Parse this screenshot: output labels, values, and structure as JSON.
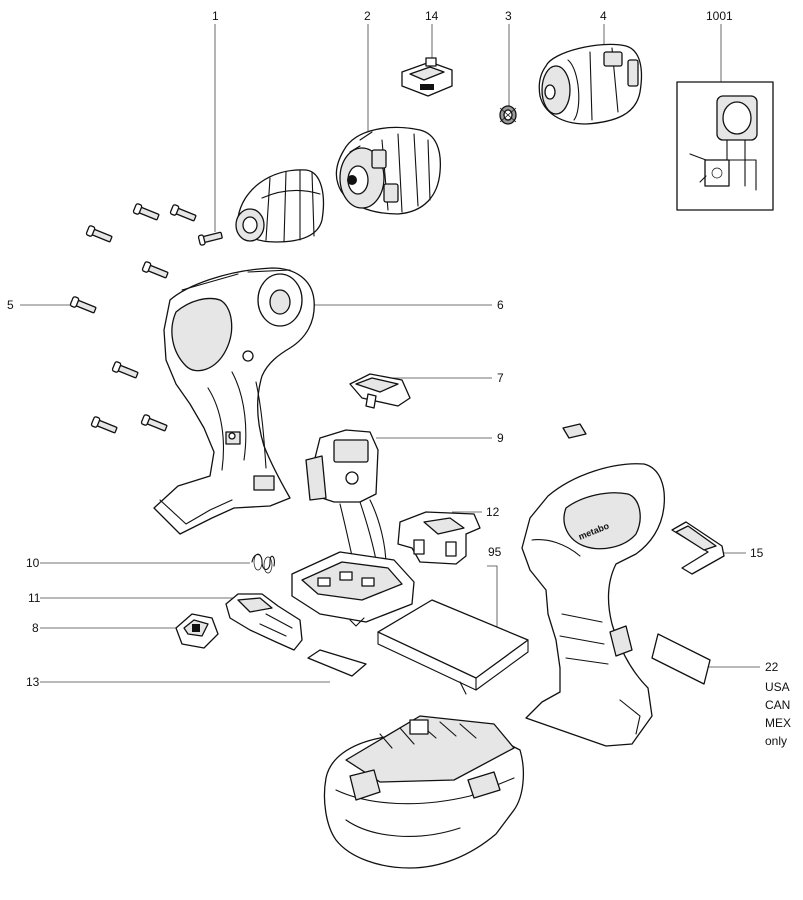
{
  "callouts": [
    {
      "id": "1",
      "text": "1"
    },
    {
      "id": "2",
      "text": "2"
    },
    {
      "id": "14",
      "text": "14"
    },
    {
      "id": "3",
      "text": "3"
    },
    {
      "id": "4",
      "text": "4"
    },
    {
      "id": "1001",
      "text": "1001"
    },
    {
      "id": "5",
      "text": "5"
    },
    {
      "id": "6",
      "text": "6"
    },
    {
      "id": "7",
      "text": "7"
    },
    {
      "id": "9",
      "text": "9"
    },
    {
      "id": "12",
      "text": "12"
    },
    {
      "id": "95",
      "text": "95"
    },
    {
      "id": "10",
      "text": "10"
    },
    {
      "id": "15",
      "text": "15"
    },
    {
      "id": "11",
      "text": "11"
    },
    {
      "id": "8",
      "text": "8"
    },
    {
      "id": "22",
      "text": "22"
    },
    {
      "id": "13",
      "text": "13"
    }
  ],
  "region_note": [
    "USA",
    "CAN",
    "MEX",
    "only"
  ],
  "brand_mark": "metabo"
}
